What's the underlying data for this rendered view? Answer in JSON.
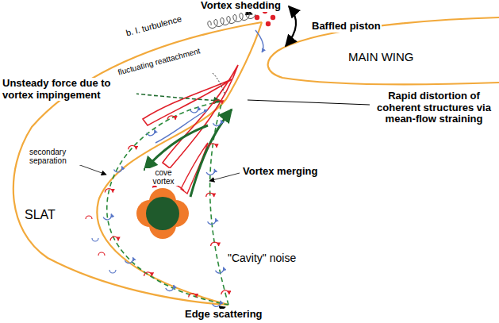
{
  "diagram": {
    "labels": [
      "Vortex shedding",
      "Baffled piston",
      "b. l. turbulence",
      "fluctuating reattachment",
      "Unsteady force due to vortex impingement",
      "MAIN WING",
      "Rapid distortion of coherent structures via mean-flow straining",
      "Vortex merging",
      "cove vortex",
      "secondary separation",
      "SLAT",
      "\"Cavity\" noise",
      "Edge scattering"
    ]
  }
}
